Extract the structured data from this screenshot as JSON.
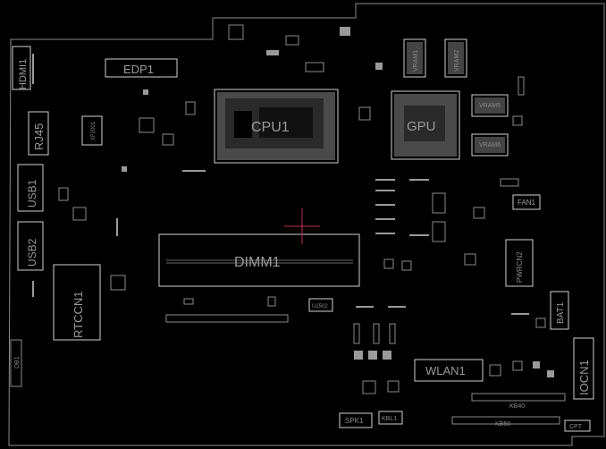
{
  "components": {
    "hdmi": "HDMI1",
    "edp": "EDP1",
    "rj45": "RJ45",
    "xf": "XF2001",
    "usb1": "USB1",
    "usb2": "USB2",
    "rtccn": "RTCCN1",
    "db": "DB1",
    "cpu": "CPU1",
    "gpu": "GPU",
    "vram1": "VRAM1",
    "vram2": "VRAM2",
    "vram5": "VRAM5",
    "vram6": "VRAM6",
    "fan": "FAN1",
    "pwrcn": "PWRCN2",
    "bat": "BAT1",
    "dimm": "DIMM1",
    "u2502": "U2502",
    "wlan": "WLAN1",
    "iocn": "IOCN1",
    "kb40": "KB40",
    "kb50": "KB50",
    "spk": "SPK1",
    "kbl": "KBL1",
    "cpt": "CPT"
  },
  "colors": {
    "background": "#000000",
    "outline": "#cfcfcf",
    "label": "#9a9a9a",
    "cursor": "#c0304a"
  }
}
